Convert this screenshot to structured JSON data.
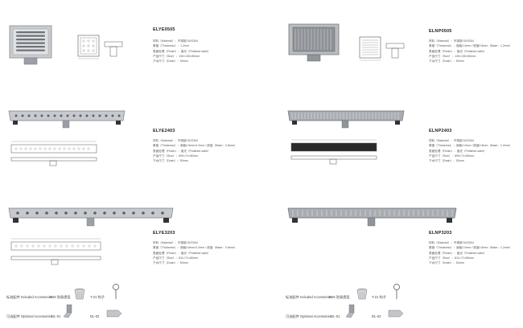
{
  "products": [
    {
      "code": "ELYE0505",
      "specs": [
        "材料（Material）：不锈钢 SUS304",
        "厚度（Thickness）：1.2mm",
        "表面处理（Finish）：抛光（Polished satin）",
        "产品尺寸（Size）：130×130×80mm",
        "下水尺寸（Drain）：50mm"
      ]
    },
    {
      "code": "ELNP0505",
      "specs": [
        "材料（Material）：不锈钢 SUS304",
        "厚度（Thickness）：面板2.0mm / 底盘0.8mm（Base：1.2mm）",
        "表面处理（Finish）：抛光（Polished satin）",
        "产品尺寸（Size）：130×130×80mm",
        "下水尺寸（Drain）：50mm"
      ]
    },
    {
      "code": "ELYE2403",
      "specs": [
        "材料（Material）：不锈钢 SUS304",
        "厚度（Thickness）：面板0.8mm/1.2mm / 底盘（Base：0.8mm）",
        "表面处理（Finish）：抛光（Polished satin）",
        "产品尺寸（Size）：609×71×80mm",
        "下水尺寸（Drain）：50mm"
      ]
    },
    {
      "code": "ELNP2403",
      "specs": [
        "材料（Material）：不锈钢 SUS304",
        "厚度（Thickness）：面板2.0mm / 底盘0.8mm（Base：1.2mm）",
        "表面处理（Finish）：抛光（Polished satin）",
        "产品尺寸（Size）：609×71×80mm",
        "下水尺寸（Drain）：50mm"
      ]
    },
    {
      "code": "ELYE3203",
      "specs": [
        "材料（Material）：不锈钢 SUS304",
        "厚度（Thickness）：面板0.8mm/1.2mm / 底盘（Base：0.8mm）",
        "表面处理（Finish）：抛光（Polished satin）",
        "产品尺寸（Size）：811×71×80mm",
        "下水尺寸（Drain）：50mm"
      ]
    },
    {
      "code": "ELNP3203",
      "specs": [
        "材料（Material）：不锈钢 SUS304",
        "厚度（Thickness）：面板2.0mm / 底盘0.8mm（Base：1.2mm）",
        "表面处理（Finish）：抛光（Polished satin）",
        "产品尺寸（Size）：811×71×80mm",
        "下水尺寸（Drain）：50mm"
      ]
    }
  ],
  "accessories": {
    "left": {
      "included": "标准配件 Included Accessories",
      "included_item": "D45 防臭提笼",
      "t21": "T-21 钩子",
      "optional": "可选配件 Optional Accessories",
      "dl01": "DL-01",
      "dl02": "DL-02"
    },
    "right": {
      "included": "标准配件 Included Accessories",
      "included_item": "D45 防臭提笼",
      "t21": "T-21 钩子",
      "optional": "可选配件 Optional Accessories",
      "dl01": "DL-01",
      "dl02": "DL-02"
    }
  }
}
